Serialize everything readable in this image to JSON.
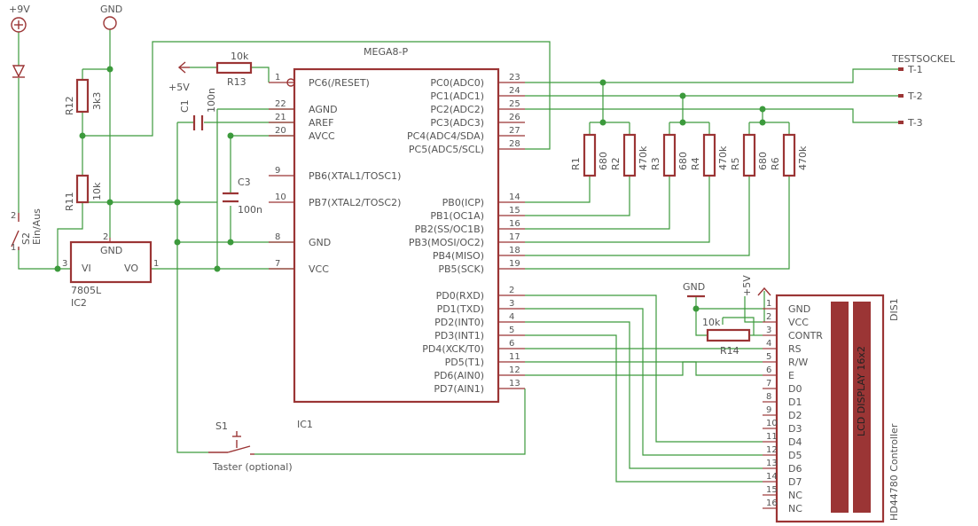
{
  "supply": {
    "v9": "+9V",
    "gnd": "GND"
  },
  "ic1": {
    "name": "MEGA8-P",
    "ref": "IC1",
    "left_pins": [
      {
        "no": "1",
        "name": "PC6(/RESET)"
      },
      {
        "no": "22",
        "name": "AGND"
      },
      {
        "no": "21",
        "name": "AREF"
      },
      {
        "no": "20",
        "name": "AVCC"
      },
      {
        "no": "9",
        "name": "PB6(XTAL1/TOSC1)"
      },
      {
        "no": "10",
        "name": "PB7(XTAL2/TOSC2)"
      },
      {
        "no": "8",
        "name": "GND"
      },
      {
        "no": "7",
        "name": "VCC"
      }
    ],
    "right_pins": [
      {
        "no": "23",
        "name": "PC0(ADC0)"
      },
      {
        "no": "24",
        "name": "PC1(ADC1)"
      },
      {
        "no": "25",
        "name": "PC2(ADC2)"
      },
      {
        "no": "26",
        "name": "PC3(ADC3)"
      },
      {
        "no": "27",
        "name": "PC4(ADC4/SDA)"
      },
      {
        "no": "28",
        "name": "PC5(ADC5/SCL)"
      },
      {
        "no": "14",
        "name": "PB0(ICP)"
      },
      {
        "no": "15",
        "name": "PB1(OC1A)"
      },
      {
        "no": "16",
        "name": "PB2(SS/OC1B)"
      },
      {
        "no": "17",
        "name": "PB3(MOSI/OC2)"
      },
      {
        "no": "18",
        "name": "PB4(MISO)"
      },
      {
        "no": "19",
        "name": "PB5(SCK)"
      },
      {
        "no": "2",
        "name": "PD0(RXD)"
      },
      {
        "no": "3",
        "name": "PD1(TXD)"
      },
      {
        "no": "4",
        "name": "PD2(INT0)"
      },
      {
        "no": "5",
        "name": "PD3(INT1)"
      },
      {
        "no": "6",
        "name": "PD4(XCK/T0)"
      },
      {
        "no": "11",
        "name": "PD5(T1)"
      },
      {
        "no": "12",
        "name": "PD6(AIN0)"
      },
      {
        "no": "13",
        "name": "PD7(AIN1)"
      }
    ]
  },
  "regulator": {
    "name": "7805L",
    "ref": "IC2",
    "gnd": "GND",
    "vi": "VI",
    "vo": "VO",
    "pin_vi": "3",
    "pin_gnd": "2",
    "pin_vo": "1"
  },
  "r13": {
    "ref": "R13",
    "value": "10k",
    "supply": "+5V"
  },
  "r12": {
    "ref": "R12",
    "value": "3k3"
  },
  "r11": {
    "ref": "R11",
    "value": "10k"
  },
  "c1": {
    "ref": "C1",
    "value": "100n"
  },
  "c3": {
    "ref": "C3",
    "value": "100n"
  },
  "s2": {
    "ref": "S2",
    "desc": "Ein/Aus",
    "pin1": "1",
    "pin2": "2"
  },
  "s1": {
    "ref": "S1",
    "desc": "Taster (optional)"
  },
  "test_resistors": [
    {
      "ref": "R1",
      "value": "680"
    },
    {
      "ref": "R2",
      "value": "470k"
    },
    {
      "ref": "R3",
      "value": "680"
    },
    {
      "ref": "R4",
      "value": "470k"
    },
    {
      "ref": "R5",
      "value": "680"
    },
    {
      "ref": "R6",
      "value": "470k"
    }
  ],
  "testsockel": {
    "title": "TESTSOCKEL",
    "pins": [
      "T-1",
      "T-2",
      "T-3"
    ]
  },
  "lcd": {
    "ref": "DIS1",
    "type": "LCD DISPLAY 16x2",
    "controller": "HD44780 Controller",
    "gnd": "GND",
    "supply": "+5V",
    "pins": [
      {
        "no": "1",
        "name": "GND"
      },
      {
        "no": "2",
        "name": "VCC"
      },
      {
        "no": "3",
        "name": "CONTR"
      },
      {
        "no": "4",
        "name": "RS"
      },
      {
        "no": "5",
        "name": "R/W"
      },
      {
        "no": "6",
        "name": "E"
      },
      {
        "no": "7",
        "name": "D0"
      },
      {
        "no": "8",
        "name": "D1"
      },
      {
        "no": "9",
        "name": "D2"
      },
      {
        "no": "10",
        "name": "D3"
      },
      {
        "no": "11",
        "name": "D4"
      },
      {
        "no": "12",
        "name": "D5"
      },
      {
        "no": "13",
        "name": "D6"
      },
      {
        "no": "14",
        "name": "D7"
      },
      {
        "no": "15",
        "name": "NC"
      },
      {
        "no": "16",
        "name": "NC"
      }
    ]
  },
  "r14": {
    "ref": "R14",
    "value": "10k"
  }
}
